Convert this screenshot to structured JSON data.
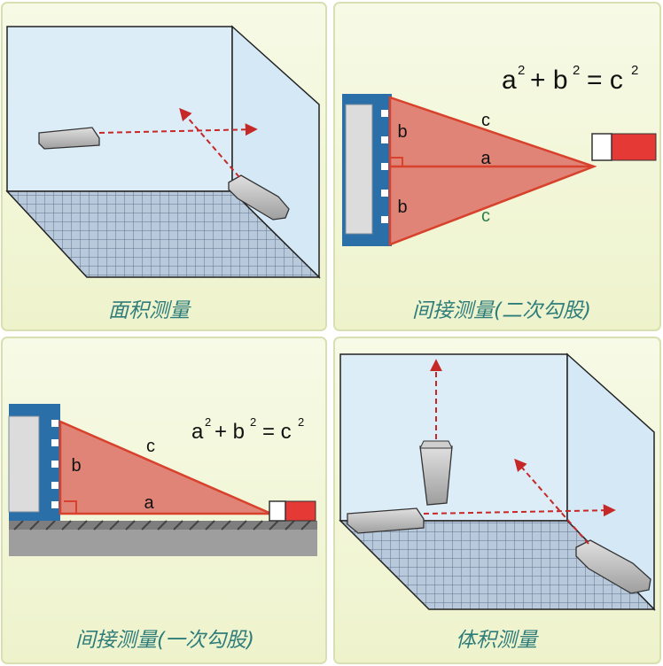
{
  "colors": {
    "panel_background": "#f3f7d9",
    "room_wall": "#dcedf8",
    "grid_line": "#6b7f99",
    "grid_fill": "#b9c9dc",
    "laser": "#c62828",
    "triangle_fill": "#e08478",
    "triangle_edge": "#d8412b",
    "device_blue": "#2a6fa8",
    "label_teal": "#2e7d7a"
  },
  "panels": {
    "area": {
      "label": "面积测量",
      "icons": [
        "laser-meter-icon",
        "laser-meter-icon"
      ]
    },
    "pythagoras_double": {
      "label": "间接测量(二次勾股)",
      "equation": {
        "a": "a",
        "b": "+ b",
        "eq": "= c",
        "sup": "2"
      },
      "triangle_labels": {
        "upper_hyp": "c",
        "upper_leg": "b",
        "base": "a",
        "lower_leg": "b",
        "lower_hyp": "c"
      },
      "icons": [
        "building-icon",
        "laser-meter-icon"
      ]
    },
    "pythagoras_single": {
      "label": "间接测量(一次勾股)",
      "equation": {
        "a": "a",
        "b": "+ b",
        "eq": "= c",
        "sup": "2"
      },
      "triangle_labels": {
        "hyp": "c",
        "leg": "b",
        "base": "a"
      },
      "icons": [
        "building-icon",
        "laser-meter-icon"
      ]
    },
    "volume": {
      "label": "体积测量",
      "icons": [
        "laser-meter-icon",
        "laser-meter-icon",
        "laser-meter-icon"
      ]
    }
  }
}
